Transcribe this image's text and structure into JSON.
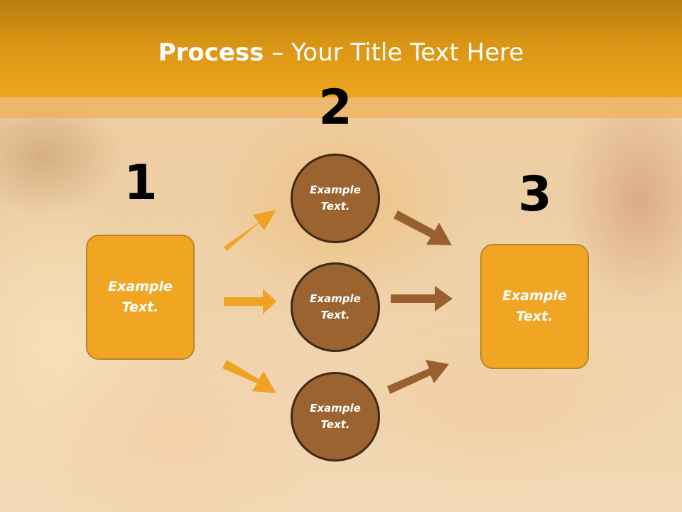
{
  "slide": {
    "title_bold": "Process",
    "title_rest": " – Your Title Text Here"
  },
  "steps": {
    "one": "1",
    "two": "2",
    "three": "3"
  },
  "left_box": {
    "text": "Example Text."
  },
  "right_box": {
    "text": "Example Text."
  },
  "circles": [
    {
      "text": "Example Text."
    },
    {
      "text": "Example Text."
    },
    {
      "text": "Example Text."
    }
  ],
  "colors": {
    "title_bar": "#e09a18",
    "box_fill": "#f0a623",
    "circle_fill": "#9b6330",
    "left_arrows": "#efa324",
    "right_arrows": "#98602f"
  }
}
